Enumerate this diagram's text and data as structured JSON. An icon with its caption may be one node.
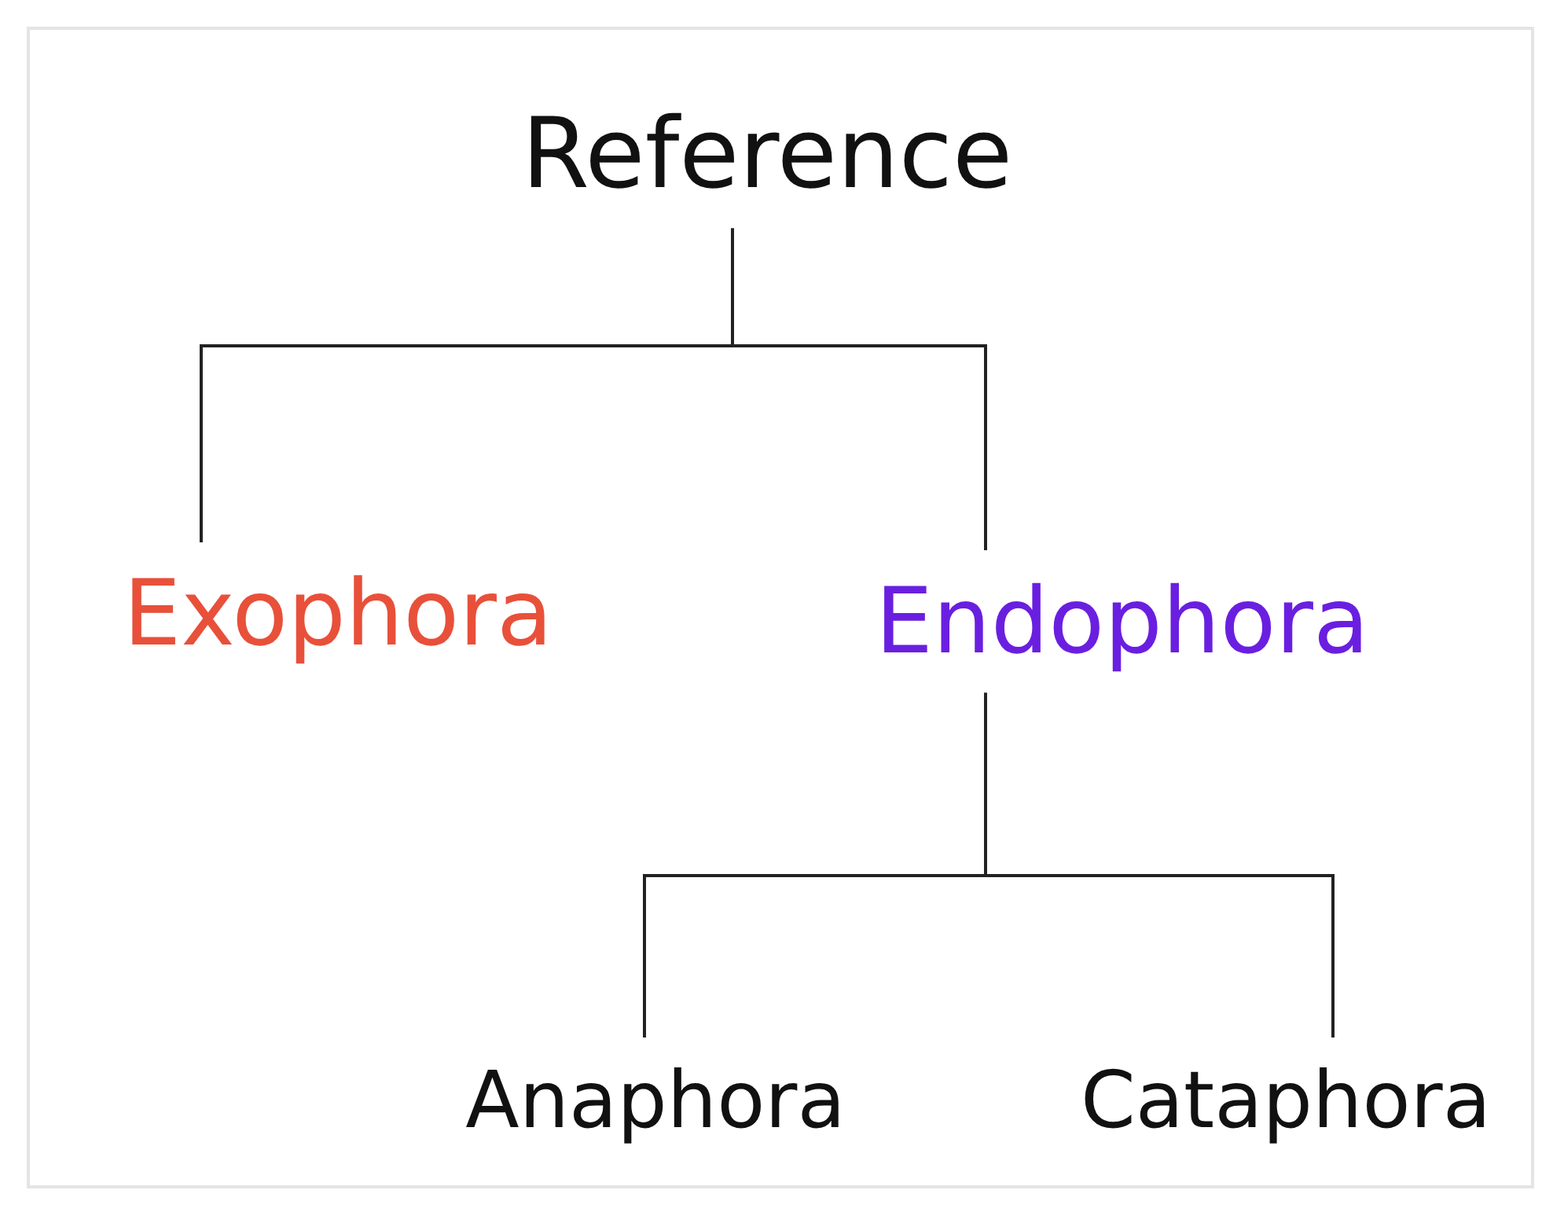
{
  "diagram": {
    "nodes": [
      {
        "text": [
          "Reference"
        ]
      },
      {
        "text": [
          "Exophora"
        ]
      },
      {
        "text": [
          "Endophora"
        ]
      },
      {
        "text": [
          "Anaphora"
        ]
      },
      {
        "text": [
          "Cataphora"
        ]
      }
    ],
    "edges": [
      {
        "from": 0,
        "to": 1,
        "arrow": "none"
      },
      {
        "from": 0,
        "to": 2,
        "arrow": "none"
      },
      {
        "from": 2,
        "to": 3,
        "arrow": "none"
      },
      {
        "from": 2,
        "to": 4,
        "arrow": "none"
      }
    ]
  }
}
